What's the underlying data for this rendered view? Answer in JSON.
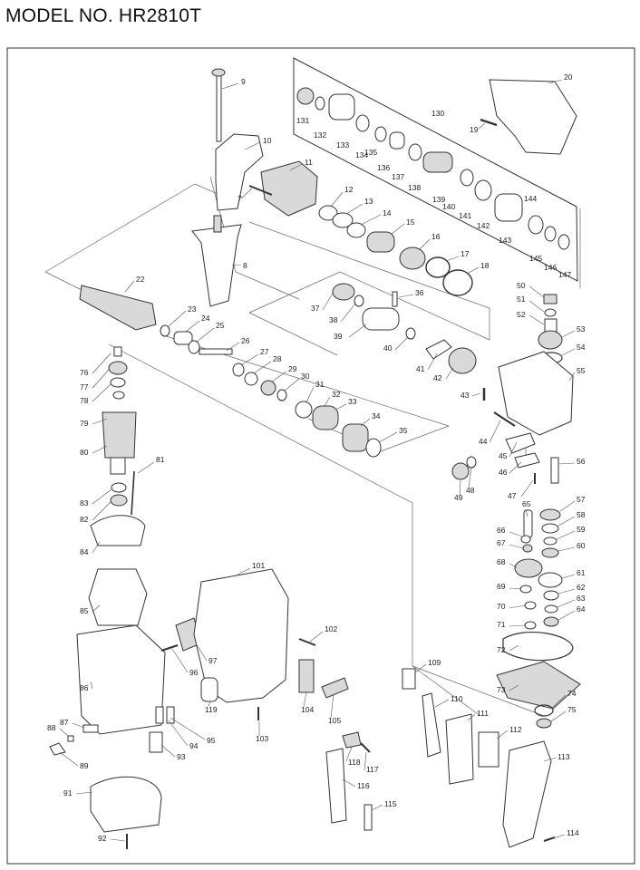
{
  "title": "MODEL NO. HR2810T",
  "parts": [
    {
      "n": "9"
    },
    {
      "n": "10"
    },
    {
      "n": "11"
    },
    {
      "n": "7"
    },
    {
      "n": "12"
    },
    {
      "n": "13"
    },
    {
      "n": "14"
    },
    {
      "n": "15"
    },
    {
      "n": "16"
    },
    {
      "n": "17"
    },
    {
      "n": "18"
    },
    {
      "n": "8"
    },
    {
      "n": "19"
    },
    {
      "n": "20"
    },
    {
      "n": "130"
    },
    {
      "n": "131"
    },
    {
      "n": "132"
    },
    {
      "n": "133"
    },
    {
      "n": "134"
    },
    {
      "n": "135"
    },
    {
      "n": "136"
    },
    {
      "n": "137"
    },
    {
      "n": "138"
    },
    {
      "n": "139"
    },
    {
      "n": "140"
    },
    {
      "n": "141"
    },
    {
      "n": "142"
    },
    {
      "n": "143"
    },
    {
      "n": "144"
    },
    {
      "n": "145"
    },
    {
      "n": "146"
    },
    {
      "n": "147"
    },
    {
      "n": "22"
    },
    {
      "n": "23"
    },
    {
      "n": "24"
    },
    {
      "n": "25"
    },
    {
      "n": "26"
    },
    {
      "n": "27"
    },
    {
      "n": "28"
    },
    {
      "n": "29"
    },
    {
      "n": "30"
    },
    {
      "n": "31"
    },
    {
      "n": "32"
    },
    {
      "n": "33"
    },
    {
      "n": "34"
    },
    {
      "n": "35"
    },
    {
      "n": "36"
    },
    {
      "n": "37"
    },
    {
      "n": "38"
    },
    {
      "n": "39"
    },
    {
      "n": "40"
    },
    {
      "n": "41"
    },
    {
      "n": "42"
    },
    {
      "n": "43"
    },
    {
      "n": "44"
    },
    {
      "n": "45"
    },
    {
      "n": "46"
    },
    {
      "n": "47"
    },
    {
      "n": "48"
    },
    {
      "n": "49"
    },
    {
      "n": "50"
    },
    {
      "n": "51"
    },
    {
      "n": "52"
    },
    {
      "n": "53"
    },
    {
      "n": "54"
    },
    {
      "n": "55"
    },
    {
      "n": "56"
    },
    {
      "n": "57"
    },
    {
      "n": "58"
    },
    {
      "n": "59"
    },
    {
      "n": "60"
    },
    {
      "n": "61"
    },
    {
      "n": "62"
    },
    {
      "n": "63"
    },
    {
      "n": "64"
    },
    {
      "n": "65"
    },
    {
      "n": "66"
    },
    {
      "n": "67"
    },
    {
      "n": "68"
    },
    {
      "n": "69"
    },
    {
      "n": "70"
    },
    {
      "n": "71"
    },
    {
      "n": "72"
    },
    {
      "n": "73"
    },
    {
      "n": "74"
    },
    {
      "n": "75"
    },
    {
      "n": "76"
    },
    {
      "n": "77"
    },
    {
      "n": "78"
    },
    {
      "n": "79"
    },
    {
      "n": "80"
    },
    {
      "n": "81"
    },
    {
      "n": "82"
    },
    {
      "n": "83"
    },
    {
      "n": "84"
    },
    {
      "n": "85"
    },
    {
      "n": "86"
    },
    {
      "n": "87"
    },
    {
      "n": "88"
    },
    {
      "n": "89"
    },
    {
      "n": "91"
    },
    {
      "n": "92"
    },
    {
      "n": "93"
    },
    {
      "n": "94"
    },
    {
      "n": "95"
    },
    {
      "n": "96"
    },
    {
      "n": "97"
    },
    {
      "n": "101"
    },
    {
      "n": "102"
    },
    {
      "n": "103"
    },
    {
      "n": "104"
    },
    {
      "n": "105"
    },
    {
      "n": "109"
    },
    {
      "n": "110"
    },
    {
      "n": "111"
    },
    {
      "n": "112"
    },
    {
      "n": "113"
    },
    {
      "n": "114"
    },
    {
      "n": "115"
    },
    {
      "n": "116"
    },
    {
      "n": "117"
    },
    {
      "n": "118"
    },
    {
      "n": "119"
    }
  ]
}
